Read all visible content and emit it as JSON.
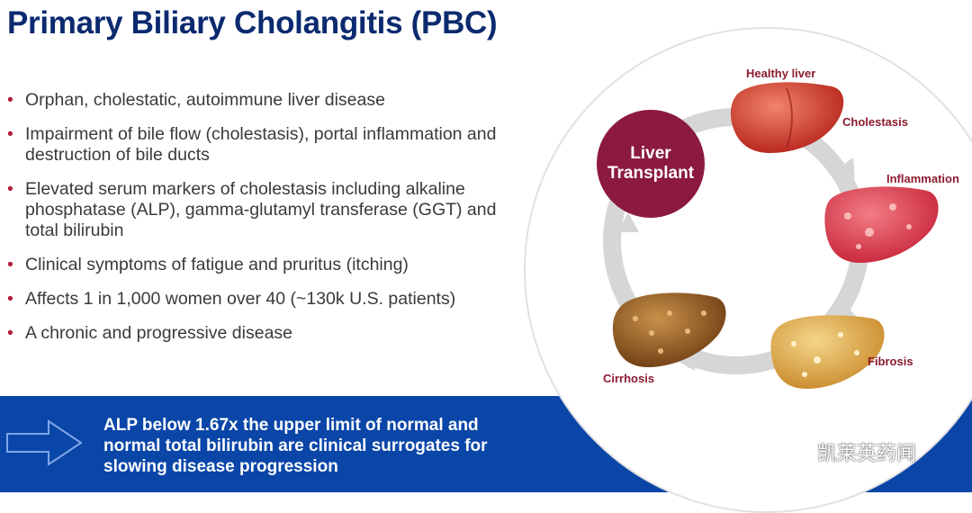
{
  "title": "Primary Biliary Cholangitis (PBC)",
  "bullets": [
    "Orphan, cholestatic, autoimmune liver disease",
    "Impairment of bile flow (cholestasis), portal inflammation and destruction of bile ducts",
    "Elevated serum markers of cholestasis including alkaline phosphatase (ALP), gamma-glutamyl transferase (GGT) and total bilirubin",
    "Clinical symptoms of fatigue and pruritus (itching)",
    "Affects 1 in 1,000 women over 40 (~130k U.S. patients)",
    "A chronic and progressive disease"
  ],
  "banner": {
    "text": "ALP below 1.67x the upper limit of normal and normal total bilirubin are clinical surrogates for slowing disease progression",
    "icon": "right-arrow-outline-icon"
  },
  "diagram": {
    "center_label": "Liver Transplant",
    "stages": {
      "healthy": "Healthy liver",
      "cholestasis": "Cholestasis",
      "inflammation": "Inflammation",
      "fibrosis": "Fibrosis",
      "cirrhosis": "Cirrhosis"
    }
  },
  "watermark": {
    "text": "凯莱英药闻",
    "icon": "wechat-icon"
  },
  "colors": {
    "title": "#0b2a6f",
    "bullet": "#b01e3c",
    "banner": "#0a46a8",
    "transplant": "#8b1a3e",
    "label": "#8b1c2f"
  }
}
